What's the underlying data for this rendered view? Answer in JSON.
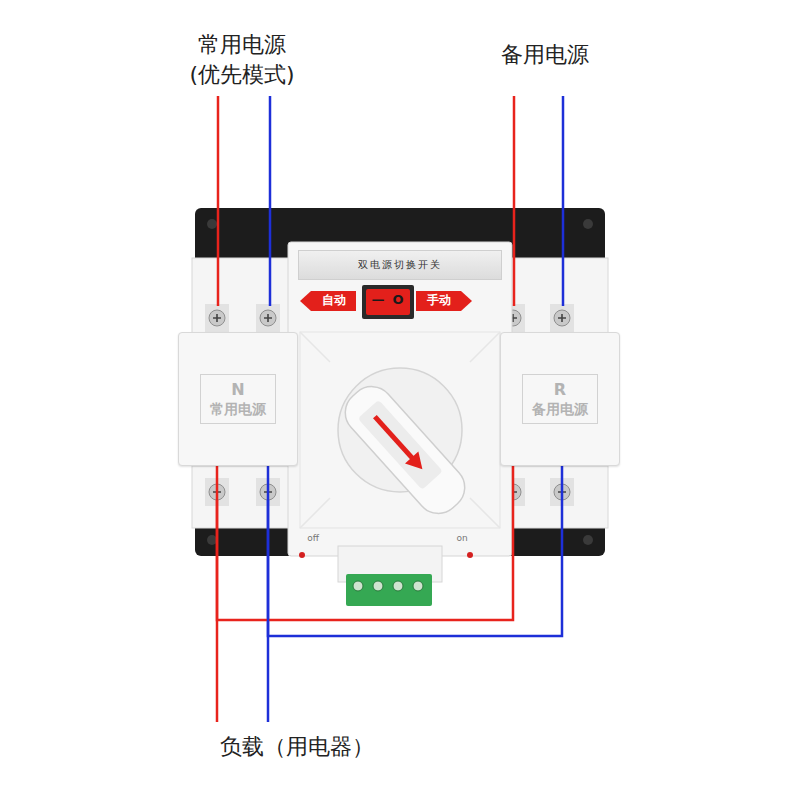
{
  "diagram": {
    "nodes": [
      {
        "text": [
          "双电源切换开关"
        ]
      },
      {
        "text": [
          "N",
          "常用电源"
        ]
      },
      {
        "text": [
          "R",
          "备用电源"
        ]
      }
    ],
    "edges": [
      {
        "from": 1,
        "to": 2,
        "arrow": "none"
      },
      {
        "from": 1,
        "to": 2,
        "arrow": "none"
      }
    ],
    "labels": [
      "常用电源",
      "(优先模式)",
      "备用电源",
      "自动",
      "—",
      "O",
      "手动",
      "off",
      "on",
      "负载（用电器）"
    ]
  }
}
